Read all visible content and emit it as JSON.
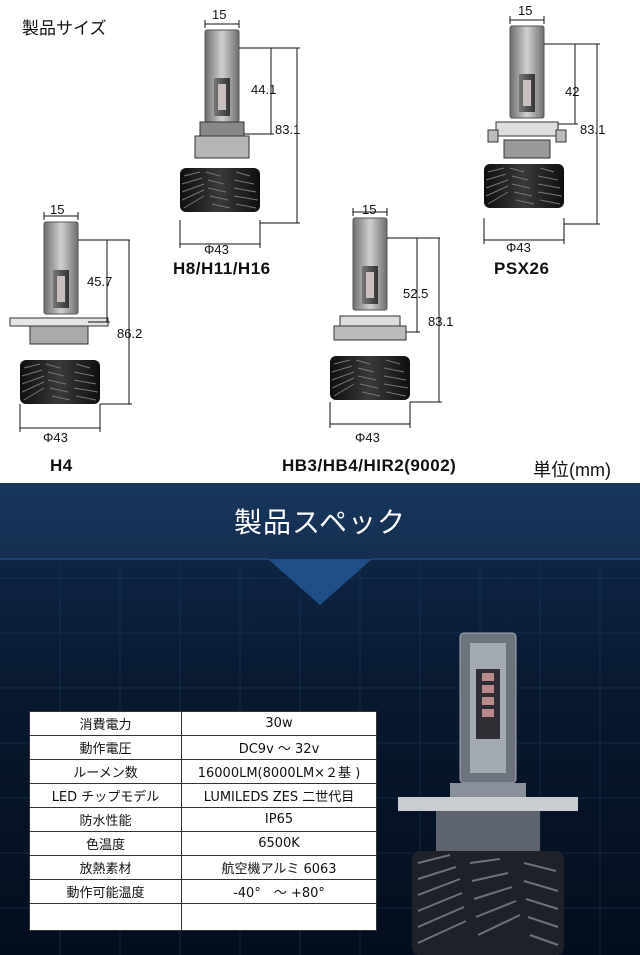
{
  "size_section": {
    "title": "製品サイズ",
    "unit": "単位(mm)",
    "bulbs": [
      {
        "model": "H8/H11/H16",
        "width": "15",
        "upper_height": "44.1",
        "total_height": "83.1",
        "diameter": "Φ43"
      },
      {
        "model": "PSX26",
        "width": "15",
        "upper_height": "42",
        "total_height": "83.1",
        "diameter": "Φ43"
      },
      {
        "model": "H4",
        "width": "15",
        "upper_height": "45.7",
        "total_height": "86.2",
        "diameter": "Φ43"
      },
      {
        "model": "HB3/HB4/HIR2(9002)",
        "width": "15",
        "upper_height": "52.5",
        "total_height": "83.1",
        "diameter": "Φ43"
      }
    ]
  },
  "spec_section": {
    "title": "製品スペック",
    "rows": [
      {
        "label": "消費電力",
        "value": "30w"
      },
      {
        "label": "動作電圧",
        "value": "DC9v ～ 32v"
      },
      {
        "label": "ルーメン数",
        "value": "16000LM(8000LM×２基 )"
      },
      {
        "label": "LED チップモデル",
        "value": "LUMILEDS ZES 二世代目"
      },
      {
        "label": "防水性能",
        "value": "IP65"
      },
      {
        "label": "色温度",
        "value": "6500K"
      },
      {
        "label": "放熱素材",
        "value": "航空機アルミ 6063"
      },
      {
        "label": "動作可能温度",
        "value": "-40°　～ +80°"
      }
    ]
  },
  "colors": {
    "spec_bg": "#08182f",
    "arrow": "#1f4f86",
    "title_text": "#ffffff"
  }
}
